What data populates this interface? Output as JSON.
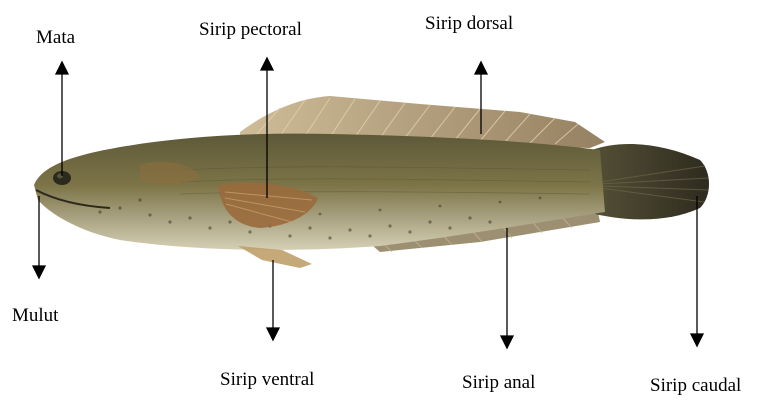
{
  "labels": {
    "mata": "Mata",
    "sirip_pectoral": "Sirip pectoral",
    "sirip_dorsal": "Sirip dorsal",
    "mulut": "Mulut",
    "sirip_ventral": "Sirip ventral",
    "sirip_anal": "Sirip anal",
    "sirip_caudal": "Sirip caudal"
  },
  "colors": {
    "body": "#7d7548",
    "belly": "#c8c0a4",
    "fin": "#a48a62",
    "tail": "#3f3b2a",
    "arrow": "#000000"
  }
}
